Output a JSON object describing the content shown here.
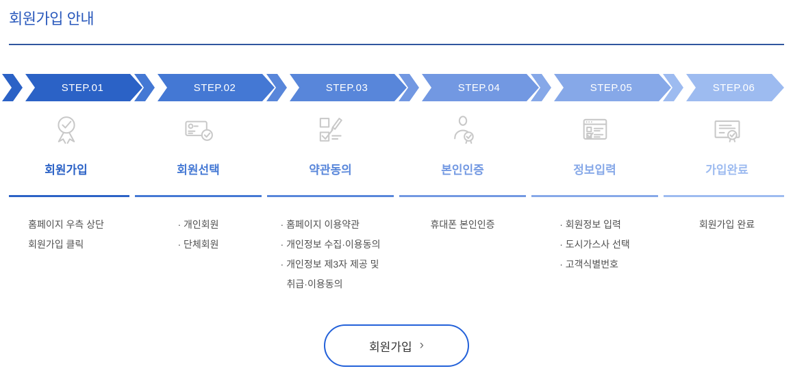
{
  "page": {
    "title": "회원가입 안내"
  },
  "colors": {
    "title_text": "#2a59bc",
    "divider": "#30569f",
    "button_border": "#2361d9",
    "button_text": "#333333",
    "desc_text": "#4f4f4f",
    "icon_stroke": "#c8c8c8",
    "step_label_text": "#ffffff"
  },
  "steps": [
    {
      "label": "STEP.01",
      "title": "회원가입",
      "icon": "award-ribbon-icon",
      "color": "#2b62c6",
      "desc": [
        "홈페이지 우측 상단",
        "회원가입 클릭"
      ]
    },
    {
      "label": "STEP.02",
      "title": "회원선택",
      "icon": "member-card-check-icon",
      "color": "#4478d4",
      "desc": [
        "· 개인회원",
        "· 단체회원"
      ]
    },
    {
      "label": "STEP.03",
      "title": "약관동의",
      "icon": "terms-checklist-pen-icon",
      "color": "#5886da",
      "desc": [
        "· 홈페이지 이용약관",
        "· 개인정보 수집·이용동의",
        "· 개인정보 제3자 제공 및",
        "취급·이용동의"
      ]
    },
    {
      "label": "STEP.04",
      "title": "본인인증",
      "icon": "person-verified-icon",
      "color": "#7298e2",
      "desc": [
        "휴대폰 본인인증"
      ]
    },
    {
      "label": "STEP.05",
      "title": "정보입력",
      "icon": "form-window-icon",
      "color": "#86a8e8",
      "desc": [
        "· 회원정보 입력",
        "· 도시가스사 선택",
        "· 고객식별번호"
      ]
    },
    {
      "label": "STEP.06",
      "title": "가입완료",
      "icon": "certificate-icon",
      "color": "#9dbbf0",
      "desc": [
        "회원가입 완료"
      ]
    }
  ],
  "join_button": {
    "label": "회원가입",
    "chevron": "›"
  }
}
